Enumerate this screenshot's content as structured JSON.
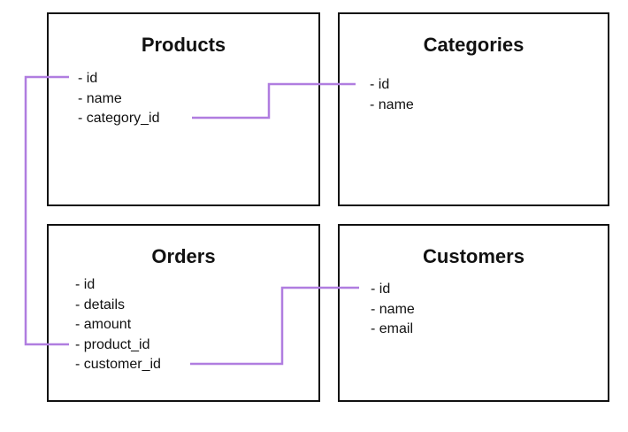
{
  "tables": [
    {
      "name": "Products",
      "fields": [
        "- id",
        "- name",
        "- category_id"
      ]
    },
    {
      "name": "Categories",
      "fields": [
        "- id",
        "- name"
      ]
    },
    {
      "name": "Orders",
      "fields": [
        "- id",
        "- details",
        "- amount",
        "- product_id",
        "- customer_id"
      ]
    },
    {
      "name": "Customers",
      "fields": [
        "- id",
        "- name",
        "- email"
      ]
    }
  ],
  "relationships": [
    {
      "from": "Products.category_id",
      "to": "Categories.id"
    },
    {
      "from": "Orders.product_id",
      "to": "Products.id"
    },
    {
      "from": "Orders.customer_id",
      "to": "Customers.id"
    }
  ],
  "colors": {
    "connector": "#b07de0",
    "border": "#111111",
    "background": "#ffffff"
  }
}
